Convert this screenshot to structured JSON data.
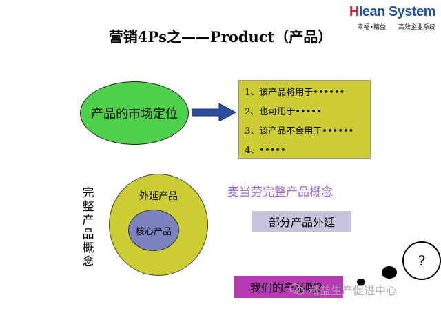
{
  "logo": {
    "name_h": "H",
    "name_rest": "lean System",
    "slogan_left": "幸福•精益",
    "slogan_right": "高效企业系统"
  },
  "title": "营销4Ps之——Product（产品）",
  "market_position": "产品的市场定位",
  "positioning_items": [
    "1、该产品将用于••••••",
    "2、也可用于•••••",
    "3、该产品不会用于••••••",
    "4、•••••"
  ],
  "concept_label": [
    "完",
    "整",
    "产",
    "品",
    "概",
    "念"
  ],
  "outer_label": "外延产品",
  "core_label": "核心产品",
  "mcdonalds_link": "麦当劳完整产品概念",
  "partial_extension": "部分产品外延",
  "our_product": "我们的产品呢？",
  "thought_mark": "?",
  "watermark": "精益生产促进中心",
  "colors": {
    "green": "#4fd04a",
    "olive": "#cccc33",
    "inner_blue": "#7b83c0",
    "arrow_blue": "#2e4d9c",
    "lavender": "#c8c3dc",
    "magenta": "#b73bb3",
    "link_purple": "#a06cc8"
  }
}
